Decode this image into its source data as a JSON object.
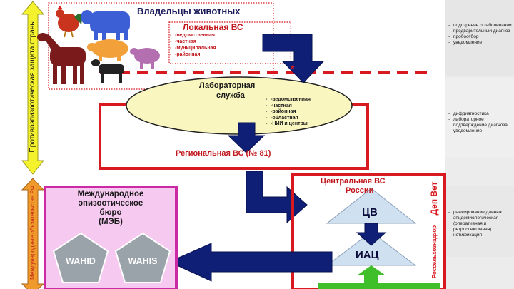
{
  "side_labels": {
    "top": "Противоэпизоотическая защита страны",
    "bottom": "Международные обязательства РФ"
  },
  "owners": {
    "title": "Владельцы животных",
    "animals": [
      "rooster",
      "cow",
      "horse",
      "pig",
      "sheep",
      "goat"
    ]
  },
  "local_vs": {
    "title": "Локальная ВС",
    "items": [
      "-ведомственная",
      "-частная",
      "-муниципальная",
      "-районная"
    ]
  },
  "lab": {
    "title_line1": "Лабораторная",
    "title_line2": "служба",
    "items": [
      "-ведомственная",
      "-частная",
      "-районная",
      "-областная",
      "-НИИ и центры"
    ]
  },
  "asterisk": "*",
  "regional": {
    "label": "Региональная ВС (№ 81)"
  },
  "central": {
    "title_line1": "Центральная ВС",
    "title_line2": "России",
    "cv": "ЦВ",
    "iac": "ИАЦ",
    "depvet": "Деп Вет",
    "rosselhoz": "Россельхознадзор"
  },
  "meb": {
    "title_lines": [
      "Международное",
      "эпизоотическое",
      "бюро",
      "(МЭБ)"
    ],
    "wahid": "WAHID",
    "wahis": "WAHIS"
  },
  "right_panel": {
    "group1": [
      "подозрение о заболевании",
      "предварительный диагноз",
      "пробоотбор",
      "уведомление"
    ],
    "group2": [
      "дифдиагностика",
      "лабораторное подтверждение диагноза",
      "уведомление"
    ],
    "group3": [
      "ранжирование данных",
      "эпидемиологическая (оперативная и ретроспективная)",
      "нотификация"
    ]
  },
  "colors": {
    "red": "#d8191f",
    "navy": "#0e1f75",
    "yellow": "#f4f22d",
    "lab_fill": "#faf6bf",
    "meb_border": "#cc2aa5",
    "meb_fill": "#f6c9f0",
    "triangle": "#cfe0f0",
    "green": "#3fbf2a"
  }
}
